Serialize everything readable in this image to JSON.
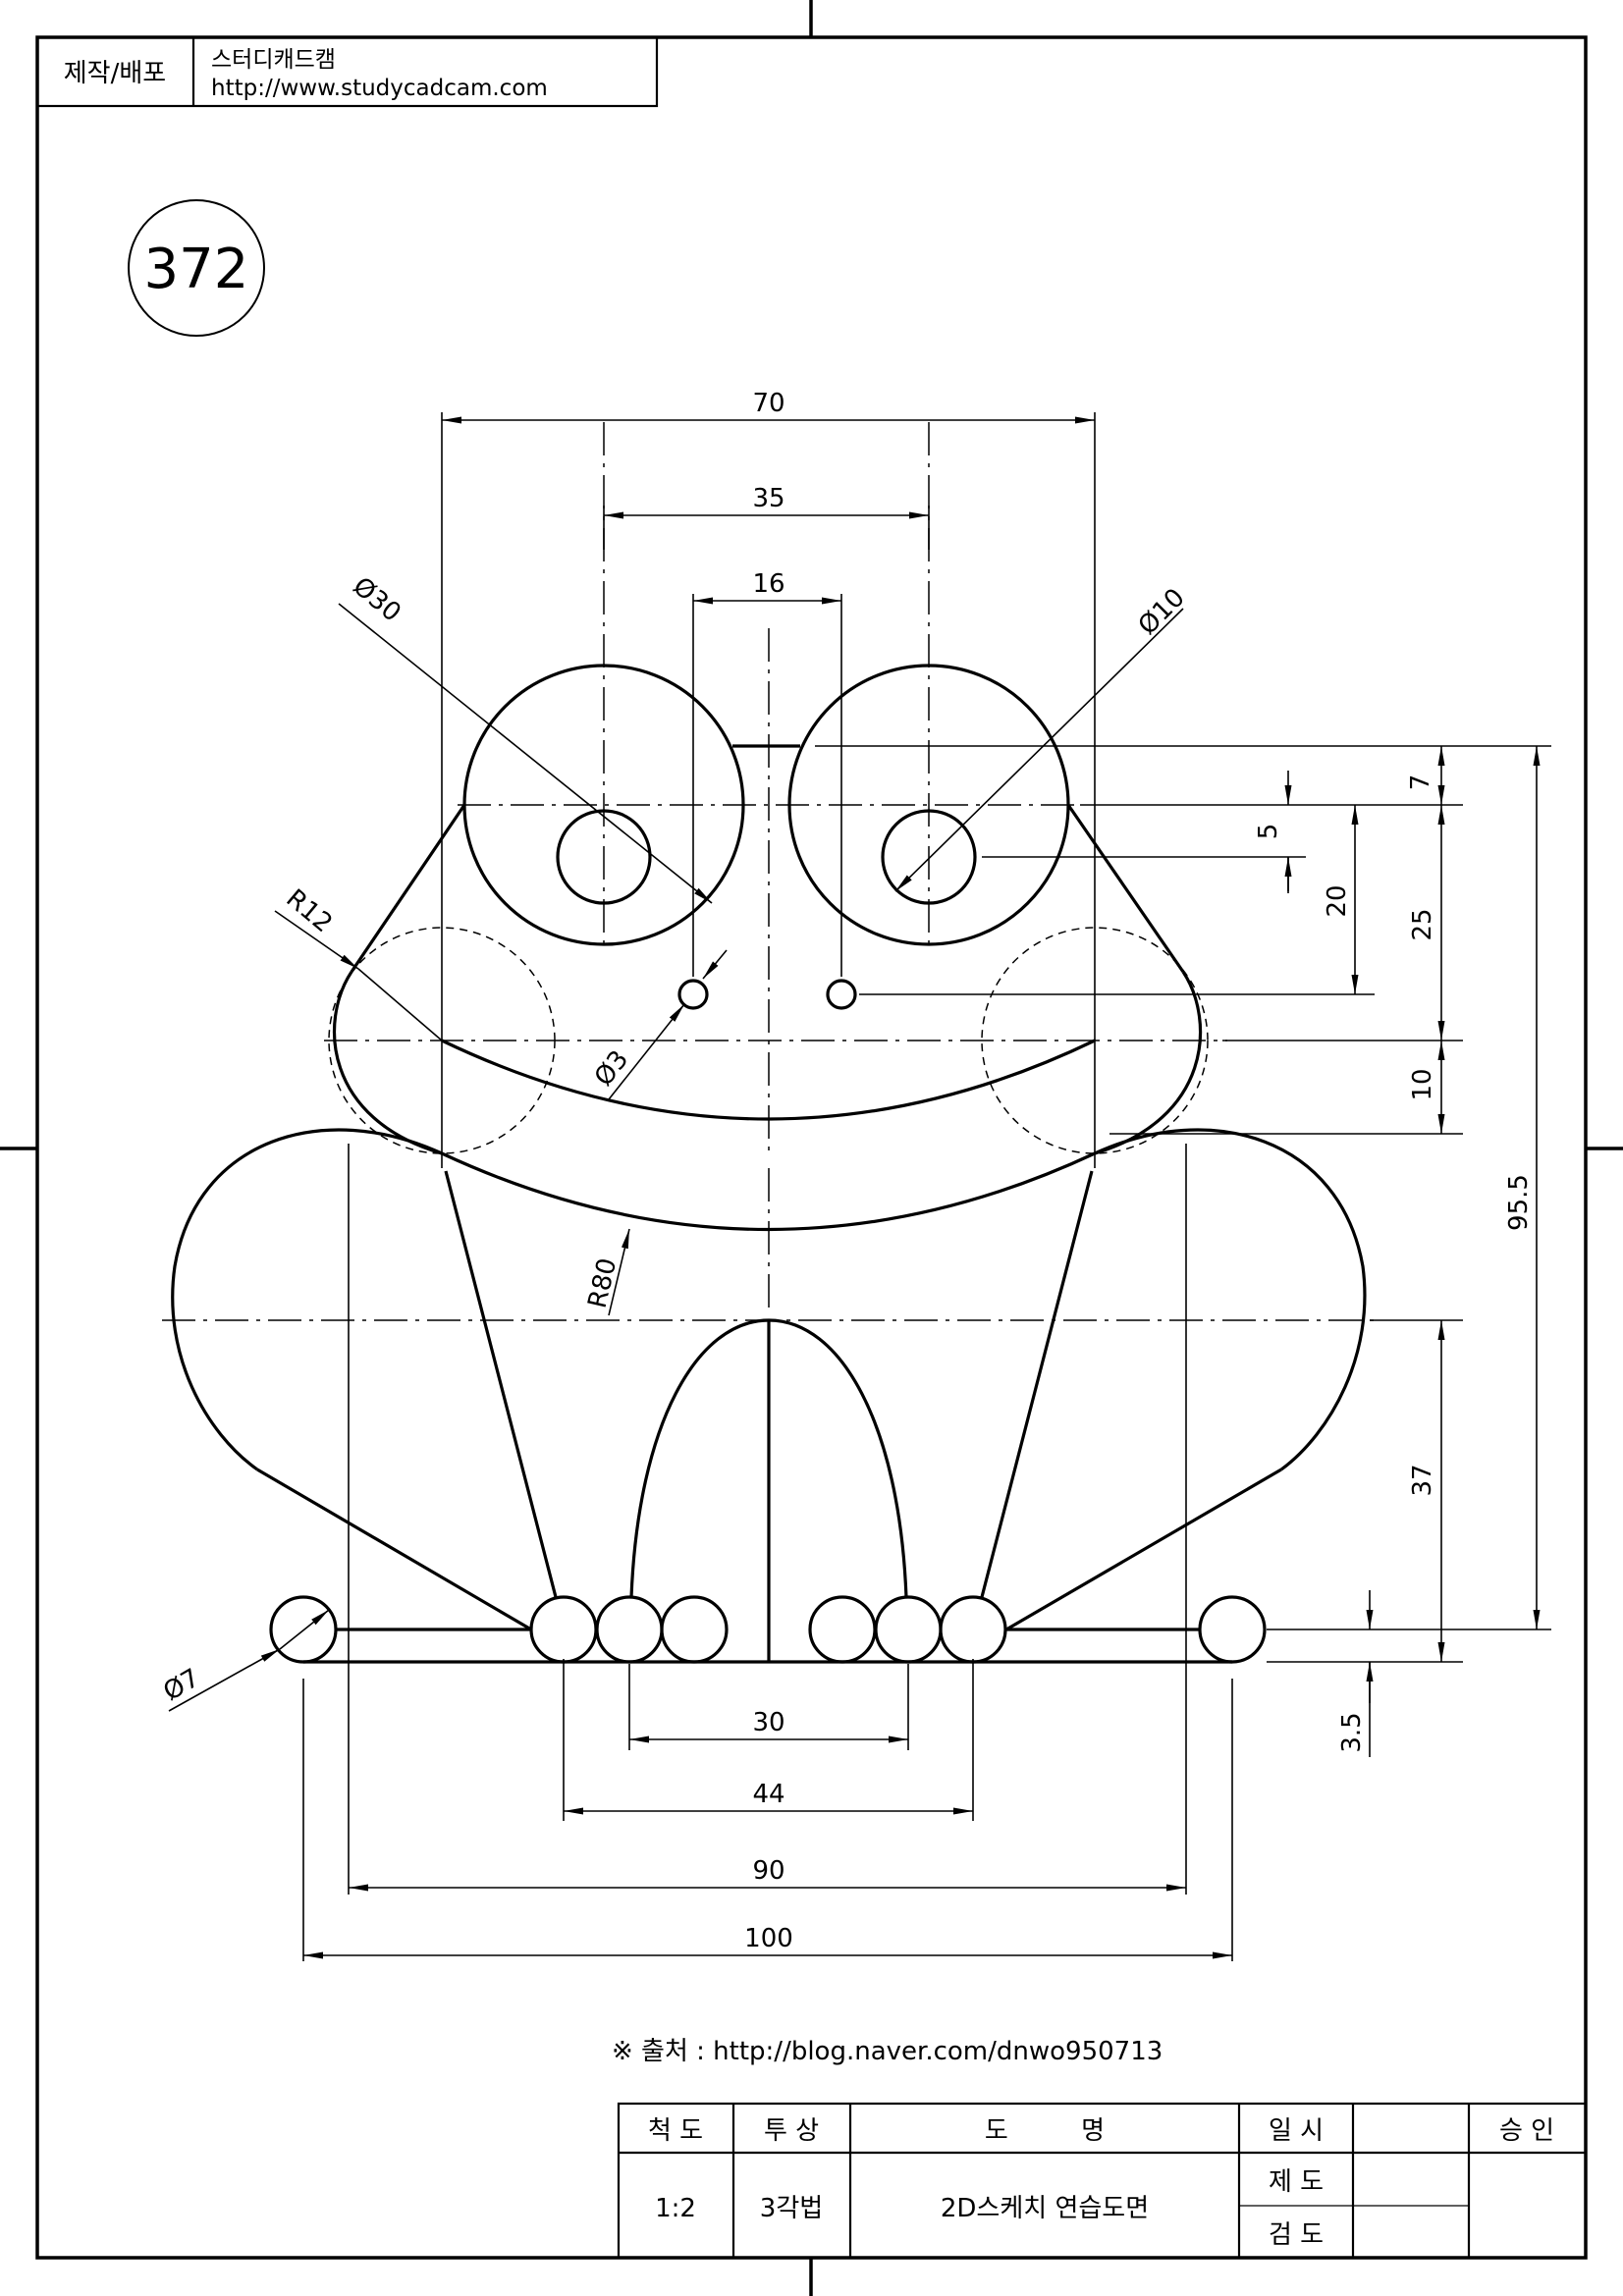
{
  "header": {
    "cell_label": "제작/배포",
    "org_name": "스터디캐드캠",
    "org_url": "http://www.studycadcam.com"
  },
  "drawing_number": "372",
  "dimensions": {
    "d70": "70",
    "d35": "35",
    "d16": "16",
    "dia30": "Ø30",
    "dia10": "Ø10",
    "r12": "R12",
    "dia3": "Ø3",
    "r80": "R80",
    "dia7": "Ø7",
    "d7": "7",
    "d5": "5",
    "d20": "20",
    "d25": "25",
    "d10": "10",
    "d95_5": "95.5",
    "d37": "37",
    "d3_5": "3.5",
    "d30": "30",
    "d44": "44",
    "d90": "90",
    "d100": "100"
  },
  "source_note": "※ 출처 : http://blog.naver.com/dnwo950713",
  "title_block": {
    "scale_label": "척 도",
    "projection_label": "투 상",
    "name_label": "도         명",
    "date_label": "일 시",
    "approve_label": "승 인",
    "scale_value": "1:2",
    "projection_value": "3각법",
    "name_value": "2D스케치 연습도면",
    "drawn_label": "제 도",
    "checked_label": "검 도"
  }
}
